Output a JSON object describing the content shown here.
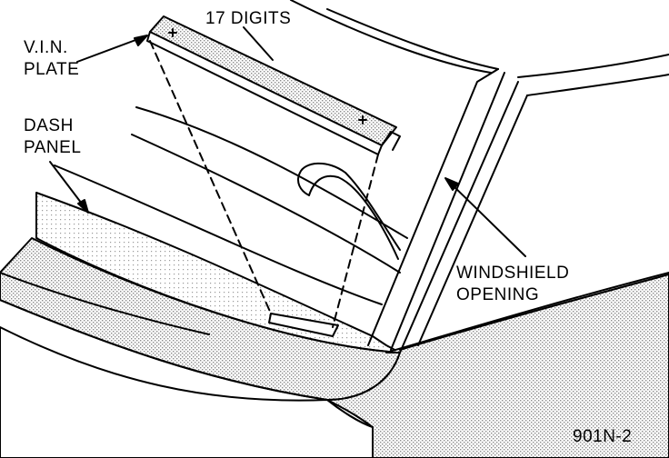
{
  "labels": {
    "vin_plate_line1": "V.I.N.",
    "vin_plate_line2": "PLATE",
    "digits": "17 DIGITS",
    "dash_panel_line1": "DASH",
    "dash_panel_line2": "PANEL",
    "windshield_line1": "WINDSHIELD",
    "windshield_line2": "OPENING",
    "figure_code": "901N-2"
  },
  "colors": {
    "ink": "#000000",
    "paper": "#ffffff",
    "stipple": "#8a8a8a"
  }
}
